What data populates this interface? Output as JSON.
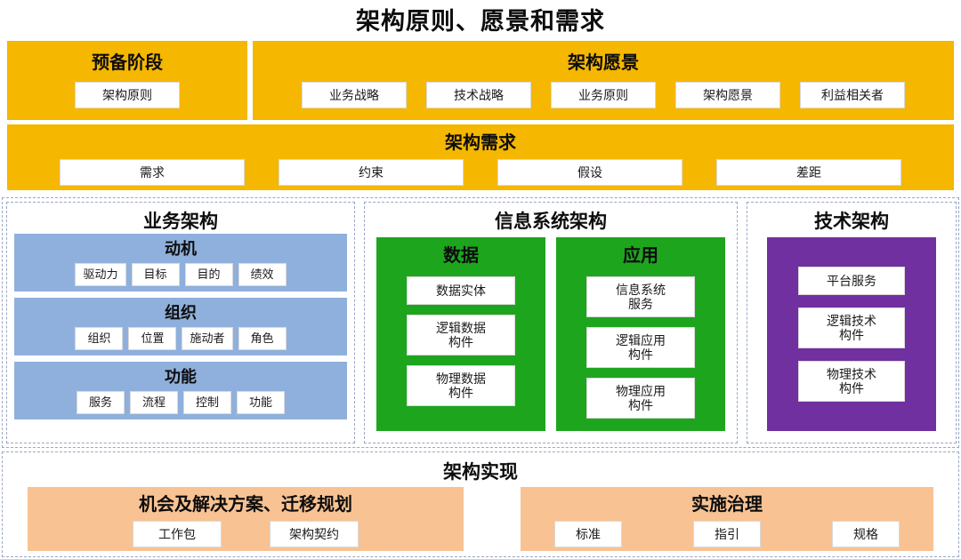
{
  "title": "架构原则、愿景和需求",
  "colors": {
    "yellow": "#F5B700",
    "blue": "#8FB0DC",
    "green": "#1EA51E",
    "purple": "#7030A0",
    "orange": "#F8C293",
    "dashed_border": "#9AA6C4",
    "chip_bg": "#FFFFFF",
    "text": "#0D0D0D"
  },
  "top": {
    "preliminary": {
      "title": "预备阶段",
      "items": [
        "架构原则"
      ]
    },
    "vision": {
      "title": "架构愿景",
      "items": [
        "业务战略",
        "技术战略",
        "业务原则",
        "架构愿景",
        "利益相关者"
      ]
    },
    "requirements": {
      "title": "架构需求",
      "items": [
        "需求",
        "约束",
        "假设",
        "差距"
      ]
    }
  },
  "middle": {
    "business": {
      "title": "业务架构",
      "groups": [
        {
          "title": "动机",
          "items": [
            "驱动力",
            "目标",
            "目的",
            "绩效"
          ]
        },
        {
          "title": "组织",
          "items": [
            "组织",
            "位置",
            "施动者",
            "角色"
          ]
        },
        {
          "title": "功能",
          "items": [
            "服务",
            "流程",
            "控制",
            "功能"
          ]
        }
      ]
    },
    "information_systems": {
      "title": "信息系统架构",
      "groups": [
        {
          "title": "数据",
          "items": [
            "数据实体",
            "逻辑数据\n构件",
            "物理数据\n构件"
          ]
        },
        {
          "title": "应用",
          "items": [
            "信息系统\n服务",
            "逻辑应用\n构件",
            "物理应用\n构件"
          ]
        }
      ]
    },
    "technology": {
      "title": "技术架构",
      "items": [
        "平台服务",
        "逻辑技术\n构件",
        "物理技术\n构件"
      ]
    }
  },
  "bottom": {
    "title": "架构实现",
    "opportunities": {
      "title": "机会及解决方案、迁移规划",
      "items": [
        "工作包",
        "架构契约"
      ]
    },
    "governance": {
      "title": "实施治理",
      "items": [
        "标准",
        "指引",
        "规格"
      ]
    }
  }
}
